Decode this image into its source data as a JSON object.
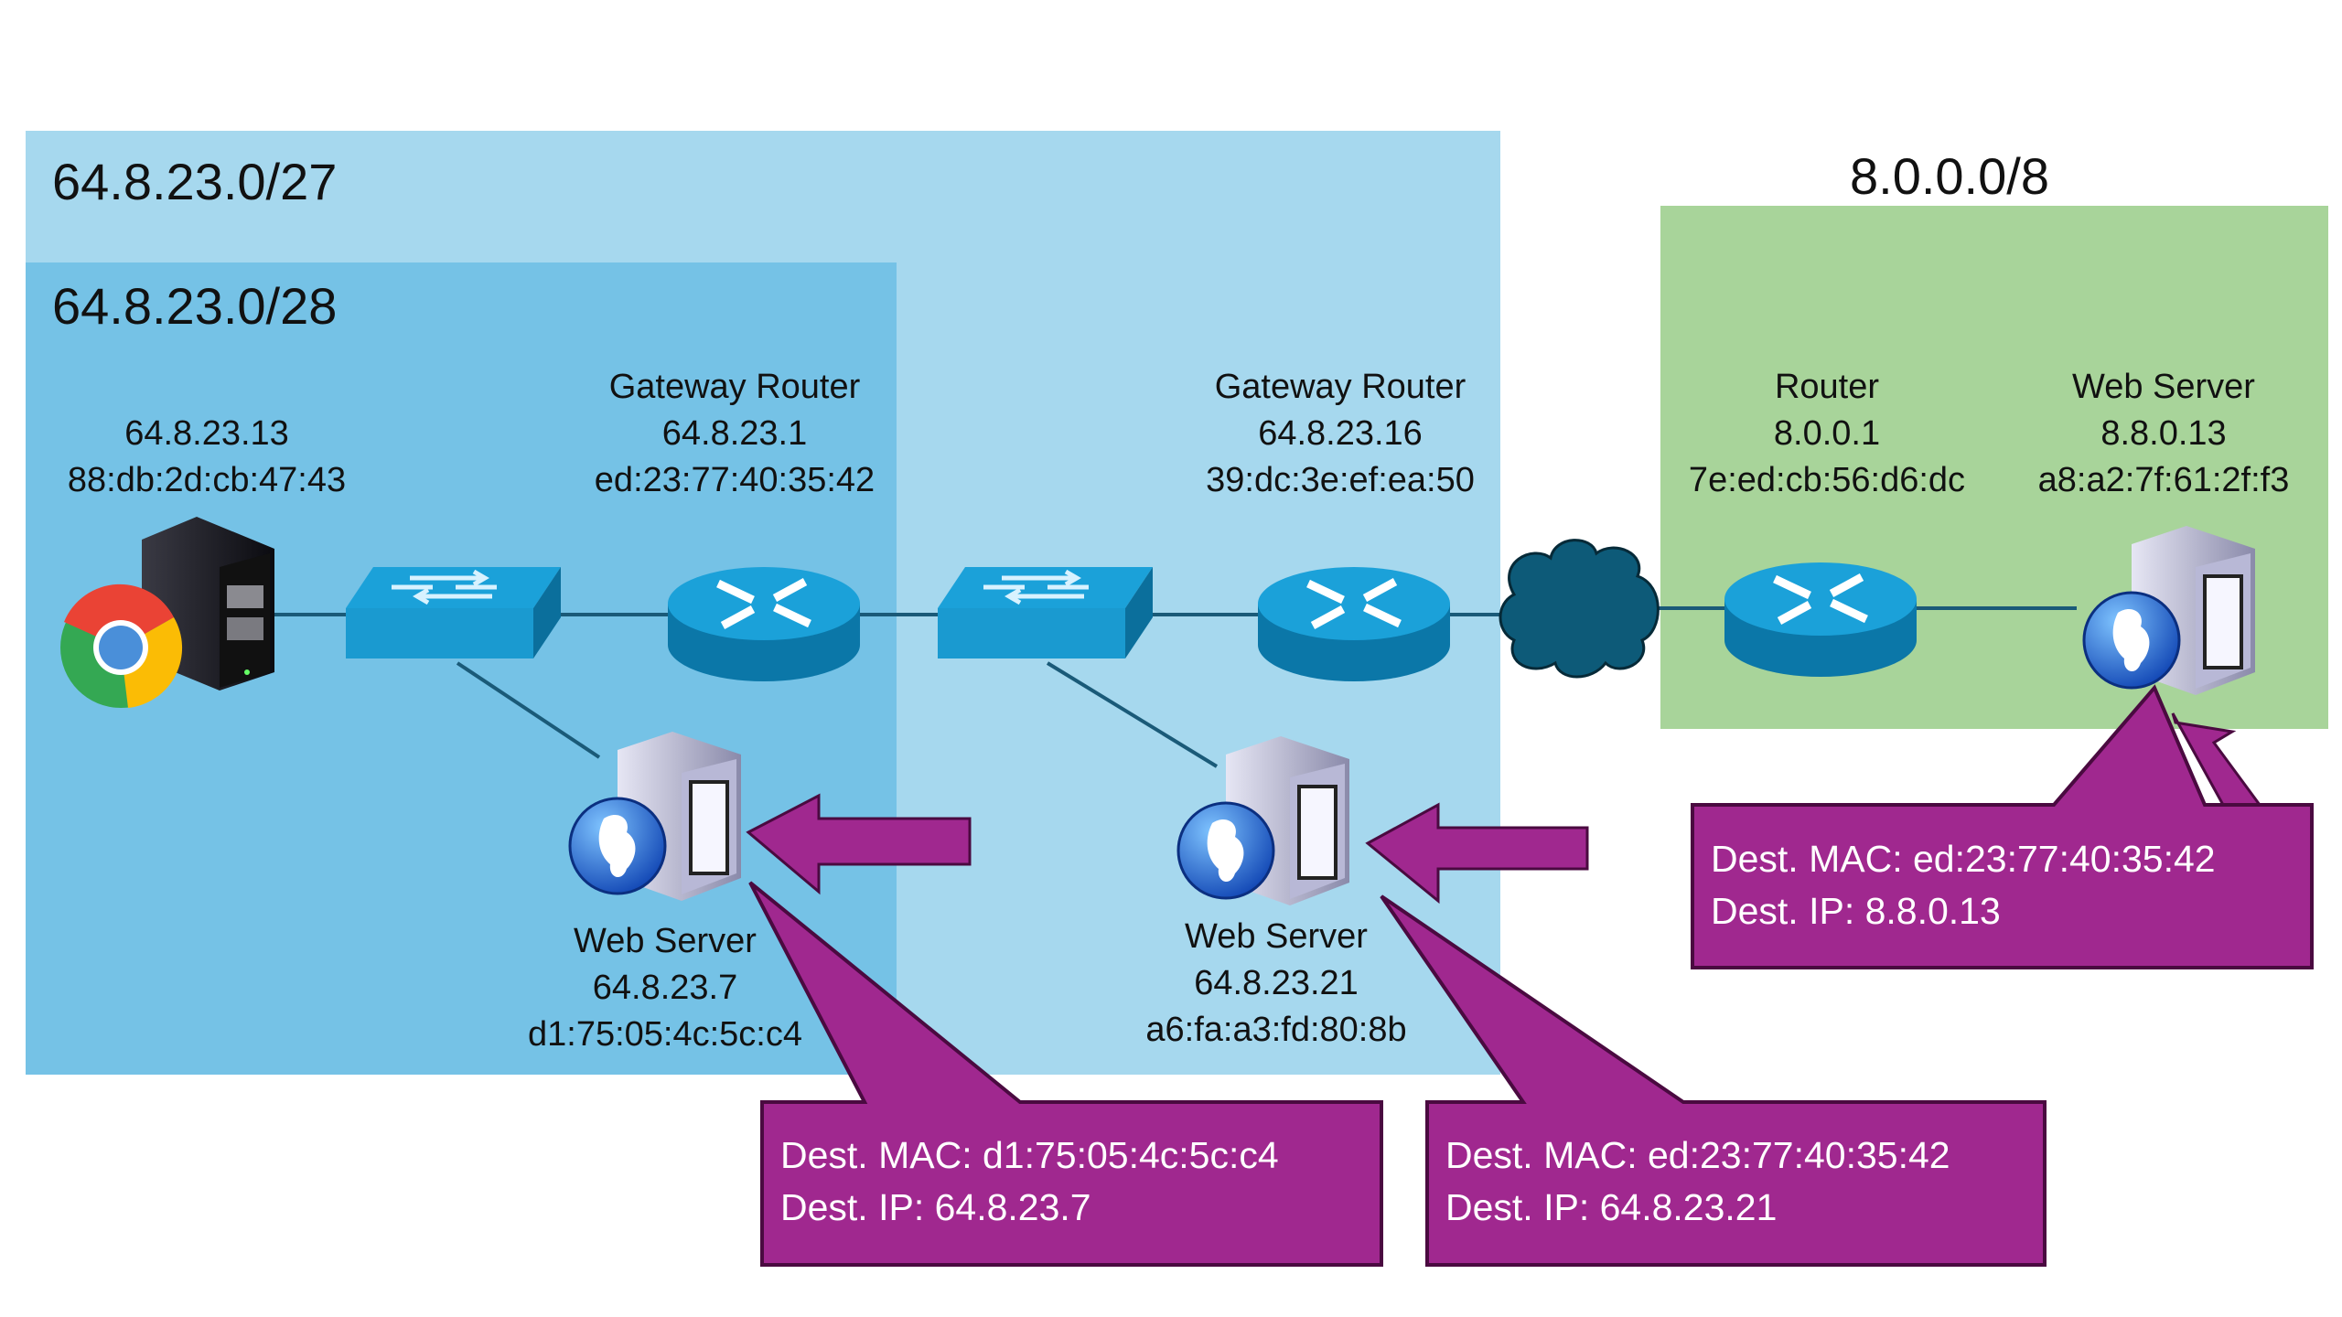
{
  "regions": {
    "subnet_27": {
      "label": "64.8.23.0/27",
      "color": "#a6d8ee"
    },
    "subnet_28": {
      "label": "64.8.23.0/28",
      "color": "#75c2e6"
    },
    "network_8": {
      "label": "8.0.0.0/8",
      "color": "#a8d49a"
    }
  },
  "devices": {
    "client": {
      "name": "",
      "ip": "64.8.23.13",
      "mac": "88:db:2d:cb:47:43",
      "icon": "desktop-browser-icon"
    },
    "gateway_1": {
      "name": "Gateway Router",
      "ip": "64.8.23.1",
      "mac": "ed:23:77:40:35:42",
      "icon": "router-icon"
    },
    "gateway_2": {
      "name": "Gateway Router",
      "ip": "64.8.23.16",
      "mac": "39:dc:3e:ef:ea:50",
      "icon": "router-icon"
    },
    "router_remote": {
      "name": "Router",
      "ip": "8.0.0.1",
      "mac": "7e:ed:cb:56:d6:dc",
      "icon": "router-icon"
    },
    "web_remote": {
      "name": "Web Server",
      "ip": "8.8.0.13",
      "mac": "a8:a2:7f:61:2f:f3",
      "icon": "web-server-icon"
    },
    "web_1": {
      "name": "Web Server",
      "ip": "64.8.23.7",
      "mac": "d1:75:05:4c:5c:c4",
      "icon": "web-server-icon"
    },
    "web_2": {
      "name": "Web Server",
      "ip": "64.8.23.21",
      "mac": "a6:fa:a3:fd:80:8b",
      "icon": "web-server-icon"
    }
  },
  "callouts": [
    {
      "mac_line": "Dest. MAC: d1:75:05:4c:5c:c4",
      "ip_line": "Dest. IP: 64.8.23.7"
    },
    {
      "mac_line": "Dest. MAC: ed:23:77:40:35:42",
      "ip_line": "Dest. IP: 64.8.23.21"
    },
    {
      "mac_line": "Dest. MAC: ed:23:77:40:35:42",
      "ip_line": "Dest. IP: 8.8.0.13"
    }
  ],
  "colors": {
    "callout": "#a0288f",
    "callout_border": "#4a0a40",
    "link": "#1a5a78",
    "cisco_blue": "#1ba1d9",
    "cisco_dark": "#0b77a8",
    "cloud": "#0d5a78"
  }
}
